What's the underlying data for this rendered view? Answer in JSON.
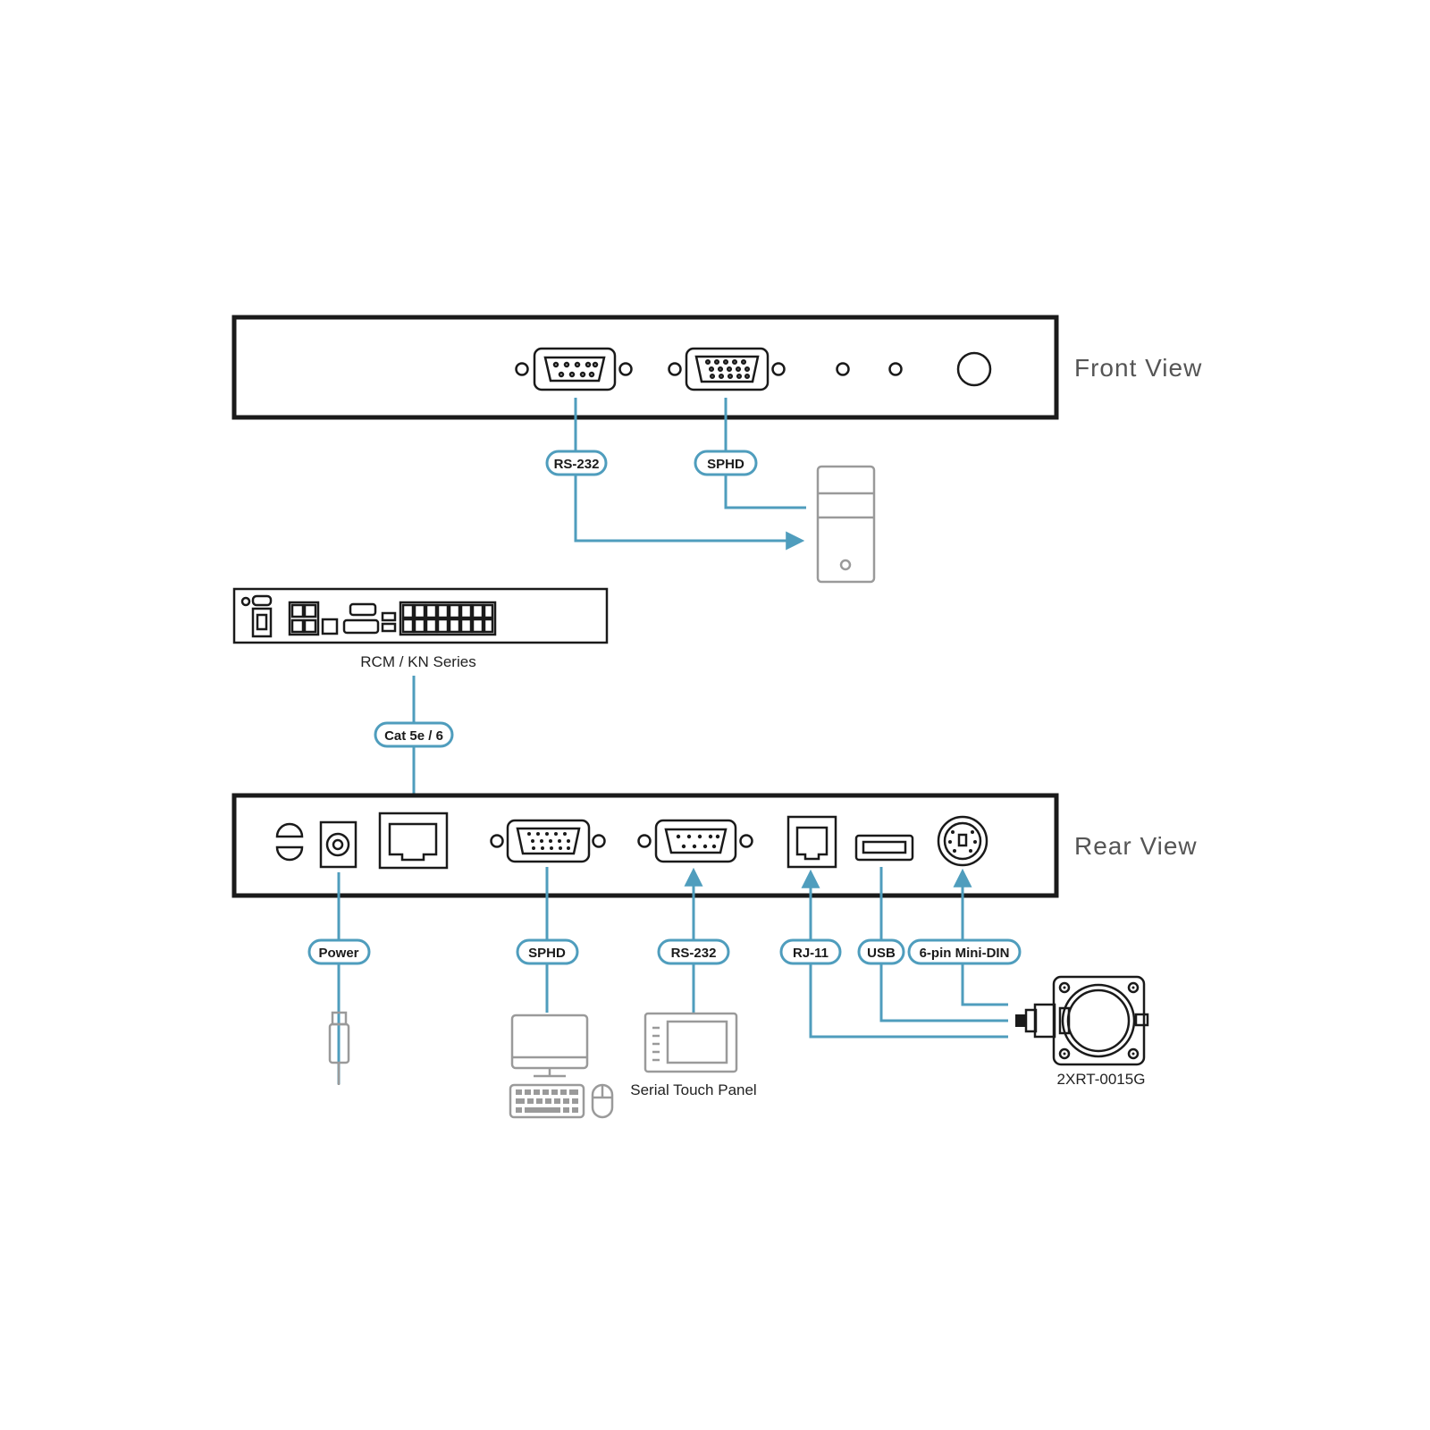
{
  "front_view": {
    "title": "Front View",
    "labels": {
      "rs232": "RS-232",
      "sphd": "SPHD"
    }
  },
  "kvm": {
    "caption": "RCM / KN Series",
    "cable": "Cat 5e / 6"
  },
  "rear_view": {
    "title": "Rear View",
    "labels": {
      "power": "Power",
      "sphd": "SPHD",
      "rs232": "RS-232",
      "rj11": "RJ-11",
      "usb": "USB",
      "minidin": "6-pin Mini-DIN"
    }
  },
  "devices": {
    "touch_panel": "Serial Touch Panel",
    "sensor": "2XRT-0015G"
  },
  "colors": {
    "cable": "#4f9dbd",
    "device_outline": "#1a1a1a",
    "peripheral": "#9a9a9a"
  }
}
